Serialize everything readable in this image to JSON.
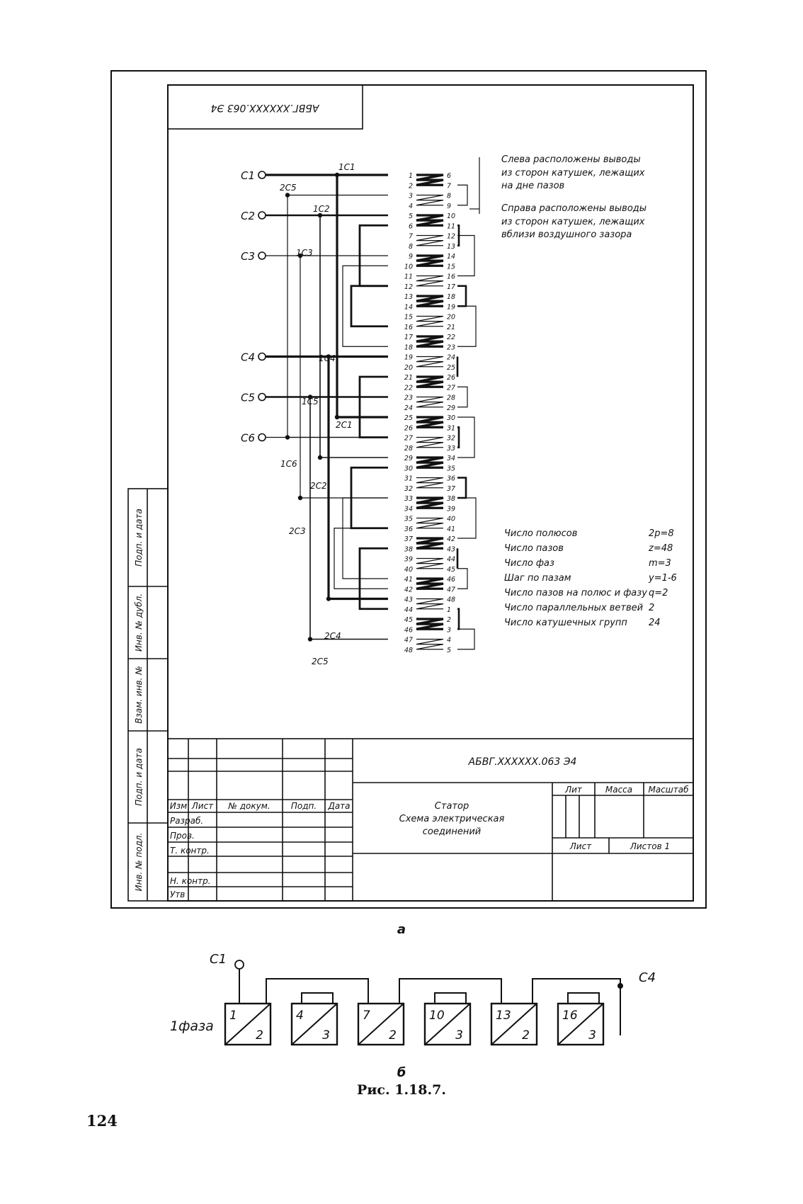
{
  "drawing": {
    "code_stamp_top": "АБВГ.XXXXXX.063 Э4",
    "notes": {
      "left": [
        "Слева расположены выводы",
        "из сторон катушек, лежащих",
        "на дне пазов"
      ],
      "right": [
        "Справа расположены выводы",
        "из сторон катушек, лежащих",
        "вблизи воздушного зазора"
      ]
    },
    "terminals": [
      "С1",
      "С2",
      "С3",
      "С4",
      "С5",
      "С6"
    ],
    "node_labels": [
      "1С1",
      "2С5",
      "1С2",
      "1С3",
      "1С4",
      "1С5",
      "2С1",
      "1С6",
      "2С2",
      "2С3",
      "2С4",
      "2С5"
    ],
    "left_slots": [
      "1",
      "2",
      "3",
      "4",
      "5",
      "6",
      "7",
      "8",
      "9",
      "10",
      "11",
      "12",
      "13",
      "14",
      "15",
      "16",
      "17",
      "18",
      "19",
      "20",
      "21",
      "22",
      "23",
      "24",
      "25",
      "26",
      "27",
      "28",
      "29",
      "30",
      "31",
      "32",
      "33",
      "34",
      "35",
      "36",
      "37",
      "38",
      "39",
      "40",
      "41",
      "42",
      "43",
      "44",
      "45",
      "46",
      "47",
      "48"
    ],
    "right_slots": [
      "6",
      "7",
      "8",
      "9",
      "10",
      "11",
      "12",
      "13",
      "14",
      "15",
      "16",
      "17",
      "18",
      "19",
      "20",
      "21",
      "22",
      "23",
      "24",
      "25",
      "26",
      "27",
      "28",
      "29",
      "30",
      "31",
      "32",
      "33",
      "34",
      "35",
      "36",
      "37",
      "38",
      "39",
      "40",
      "41",
      "42",
      "43",
      "44",
      "45",
      "46",
      "47",
      "48",
      "1",
      "2",
      "3",
      "4",
      "5"
    ],
    "parameters": [
      {
        "label": "Число полюсов",
        "value": "2p=8"
      },
      {
        "label": "Число пазов",
        "value": "z=48"
      },
      {
        "label": "Число фаз",
        "value": "m=3"
      },
      {
        "label": "Шаг по пазам",
        "value": "y=1-6"
      },
      {
        "label": "Число пазов на полюс и фазу",
        "value": "q=2"
      },
      {
        "label": "Число параллельных ветвей",
        "value": "2"
      },
      {
        "label": "Число катушечных групп",
        "value": "24"
      }
    ],
    "side_margin": [
      "Подп. и дата",
      "Инв. № дубл.",
      "Взам. инв. №",
      "Подп. и дата",
      "Инв. № подл."
    ],
    "title_block": {
      "code": "АБВГ.XXXXXX.063 Э4",
      "header": [
        "Изм",
        "Лист",
        "№ докум.",
        "Подп.",
        "Дата"
      ],
      "roles": [
        "Разраб.",
        "Пров.",
        "Т. контр.",
        "Н. контр.",
        "Утв"
      ],
      "title_lines": [
        "Статор",
        "Схема электрическая",
        "соединений"
      ],
      "lit": "Лит",
      "mass": "Масса",
      "scale": "Масштаб",
      "sheet": "Лист",
      "sheets": "Листов 1"
    }
  },
  "label_a": "а",
  "phase": {
    "terminal_start": "С1",
    "terminal_end": "С4",
    "phase_label": "1фаза",
    "coils": [
      {
        "top": "1",
        "bottom": "2"
      },
      {
        "top": "4",
        "bottom": "3"
      },
      {
        "top": "7",
        "bottom": "2"
      },
      {
        "top": "10",
        "bottom": "3"
      },
      {
        "top": "13",
        "bottom": "2"
      },
      {
        "top": "16",
        "bottom": "3"
      }
    ]
  },
  "label_b": "б",
  "figure_caption": "Рис. 1.18.7.",
  "page_number": "124"
}
